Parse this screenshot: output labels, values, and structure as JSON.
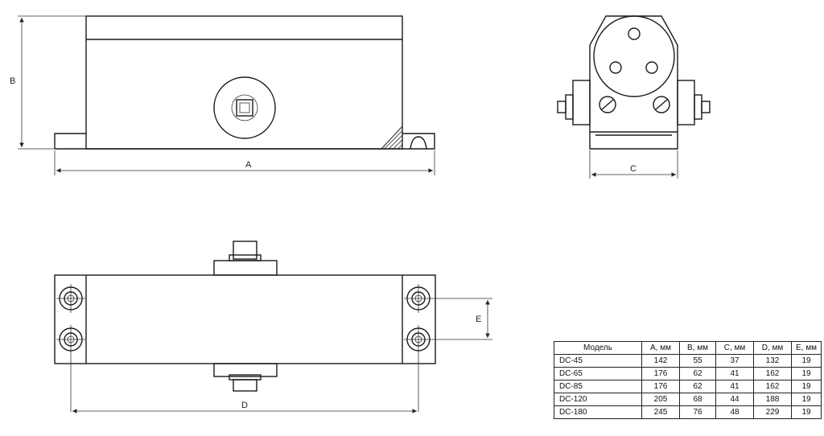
{
  "dimensions": {
    "a": "A",
    "b": "B",
    "c": "C",
    "d": "D",
    "e": "E"
  },
  "table": {
    "headers": [
      "Модель",
      "A, мм",
      "B, мм",
      "C, мм",
      "D, мм",
      "E, мм"
    ],
    "rows": [
      [
        "DC-45",
        "142",
        "55",
        "37",
        "132",
        "19"
      ],
      [
        "DC-65",
        "176",
        "62",
        "41",
        "162",
        "19"
      ],
      [
        "DC-85",
        "176",
        "62",
        "41",
        "162",
        "19"
      ],
      [
        "DC-120",
        "205",
        "68",
        "44",
        "188",
        "19"
      ],
      [
        "DC-180",
        "245",
        "76",
        "48",
        "229",
        "19"
      ]
    ]
  }
}
